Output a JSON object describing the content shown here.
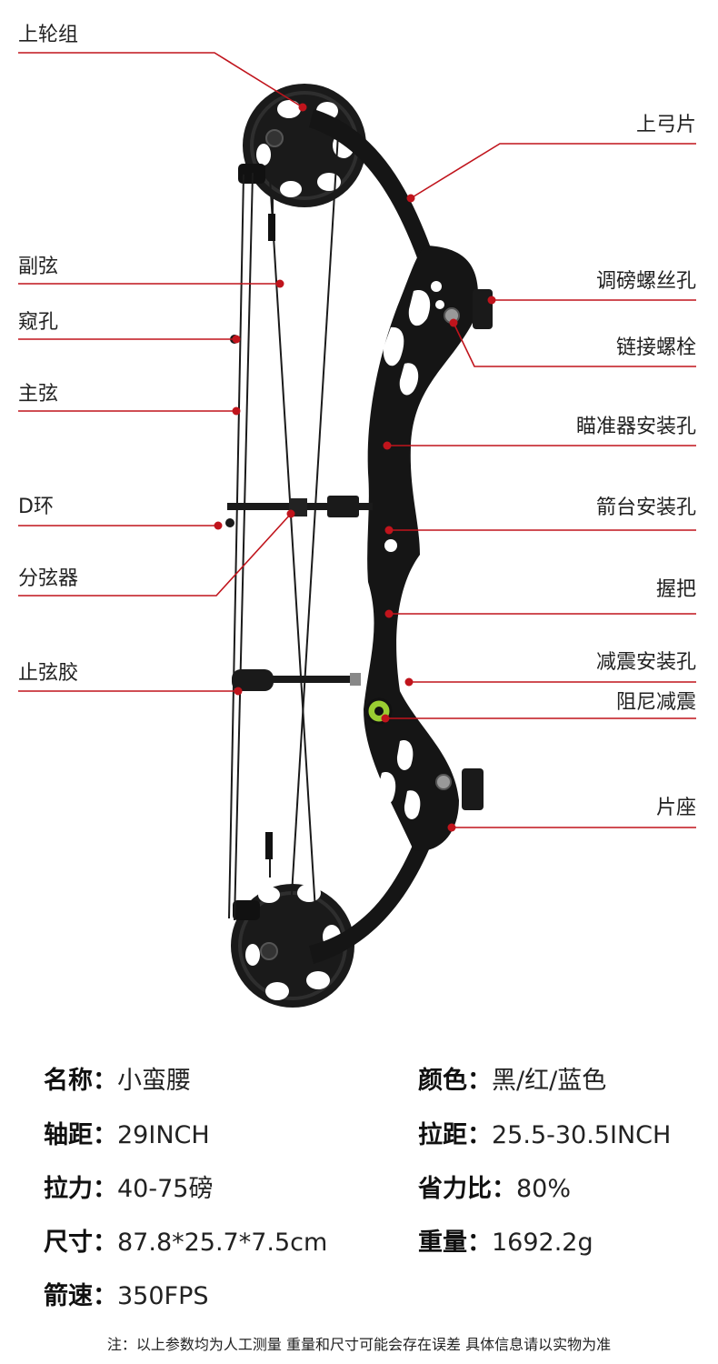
{
  "labels": {
    "upper_cam": "上轮组",
    "upper_limb": "上弓片",
    "buss_cable": "副弦",
    "peep": "窥孔",
    "draw_weight_bolt_hole": "调磅螺丝孔",
    "main_string": "主弦",
    "link_bolt": "链接螺栓",
    "sight_mount_holes": "瞄准器安装孔",
    "d_loop": "D环",
    "rest_mount_holes": "箭台安装孔",
    "cable_slide": "分弦器",
    "grip": "握把",
    "string_stopper": "止弦胶",
    "stabilizer_mount_hole": "减震安装孔",
    "damper": "阻尼减震",
    "limb_pocket": "片座"
  },
  "specs": {
    "name": {
      "key": "名称：",
      "value": "小蛮腰"
    },
    "color": {
      "key": "颜色：",
      "value": "黑/红/蓝色"
    },
    "axle": {
      "key": "轴距：",
      "value": "29INCH"
    },
    "draw_length": {
      "key": "拉距：",
      "value": "25.5-30.5INCH"
    },
    "draw_weight": {
      "key": "拉力：",
      "value": "40-75磅"
    },
    "letoff": {
      "key": "省力比：",
      "value": "80%"
    },
    "size": {
      "key": "尺寸：",
      "value": "87.8*25.7*7.5cm"
    },
    "weight": {
      "key": "重量：",
      "value": "1692.2g"
    },
    "speed": {
      "key": "箭速：",
      "value": "350FPS"
    }
  },
  "note": "注：以上参数均为人工测量 重量和尺寸可能会存在误差 具体信息请以实物为准",
  "colors": {
    "leader": "#c0141c",
    "bow": "#151515",
    "accent_green": "#9acd32"
  }
}
